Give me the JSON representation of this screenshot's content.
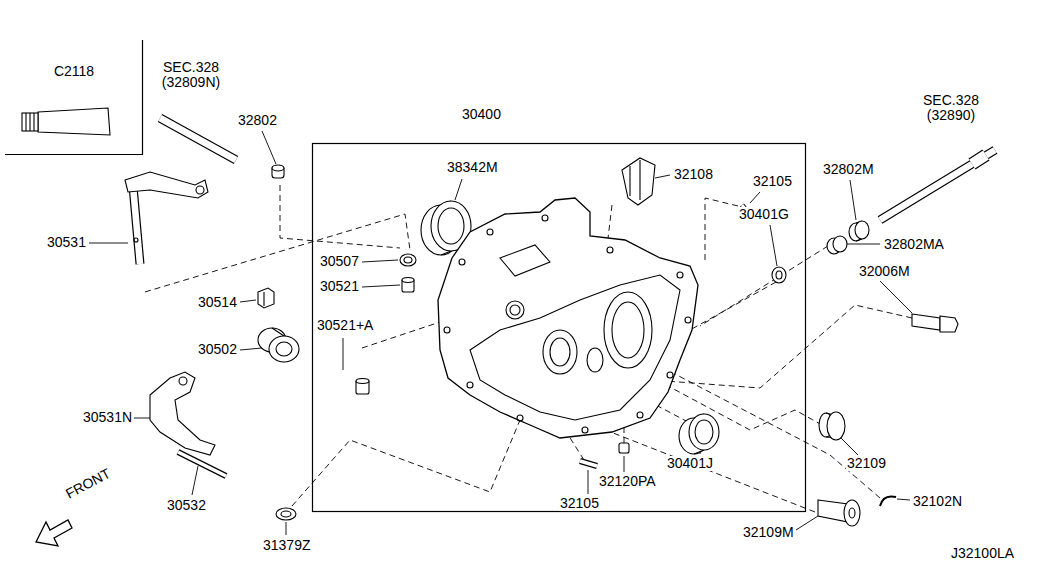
{
  "diagram": {
    "nodes": [
      {
        "text": [
          "30400"
        ]
      },
      {
        "text": [
          "C2118"
        ]
      }
    ],
    "labels": [
      "SEC.328 (32809N)",
      "32802",
      "30531",
      "30507",
      "30521",
      "30514",
      "30502",
      "30521+A",
      "30531N",
      "30532",
      "31379Z",
      "38342M",
      "32108",
      "32105",
      "30401G",
      "32802M",
      "SEC.328 (32890)",
      "32802MA",
      "32006M",
      "32109",
      "30401J",
      "32120PA",
      "32105",
      "32109M",
      "32102N",
      "FRONT",
      "J32100LA"
    ]
  }
}
